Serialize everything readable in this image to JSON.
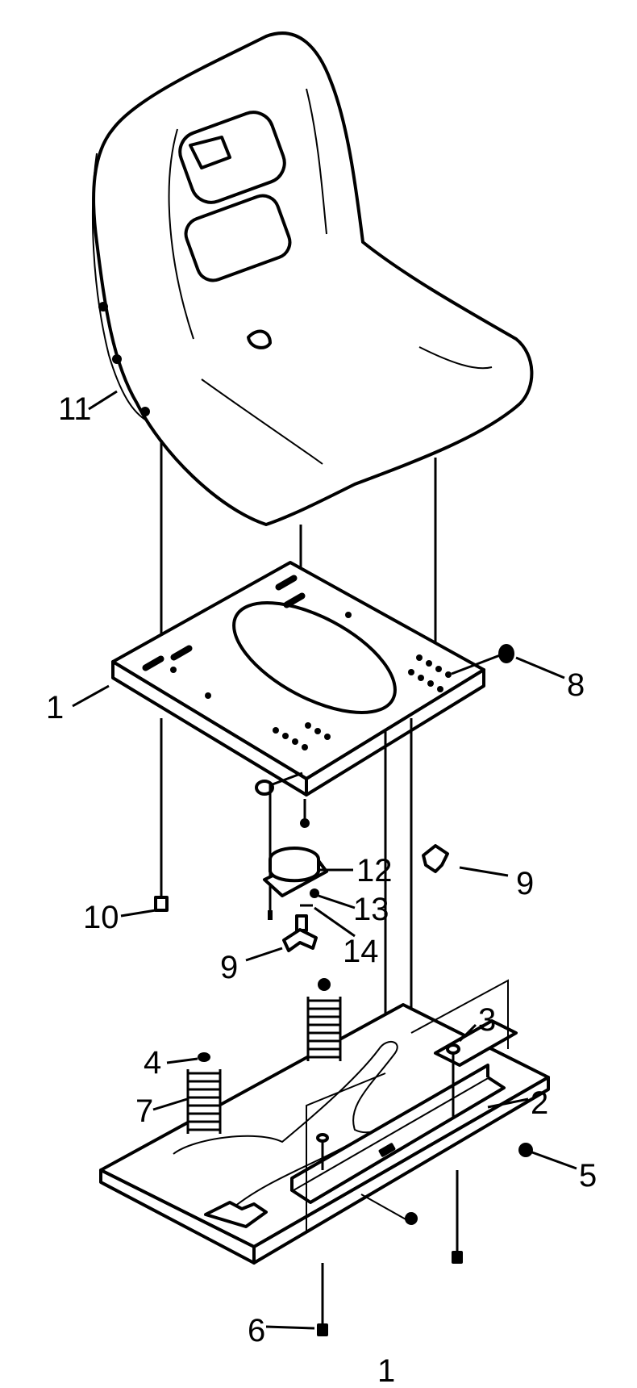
{
  "diagram": {
    "callouts": [
      "11",
      "1",
      "8",
      "12",
      "9",
      "10",
      "13",
      "14",
      "9",
      "4",
      "3",
      "7",
      "2",
      "5",
      "6"
    ],
    "page_number": "1"
  }
}
